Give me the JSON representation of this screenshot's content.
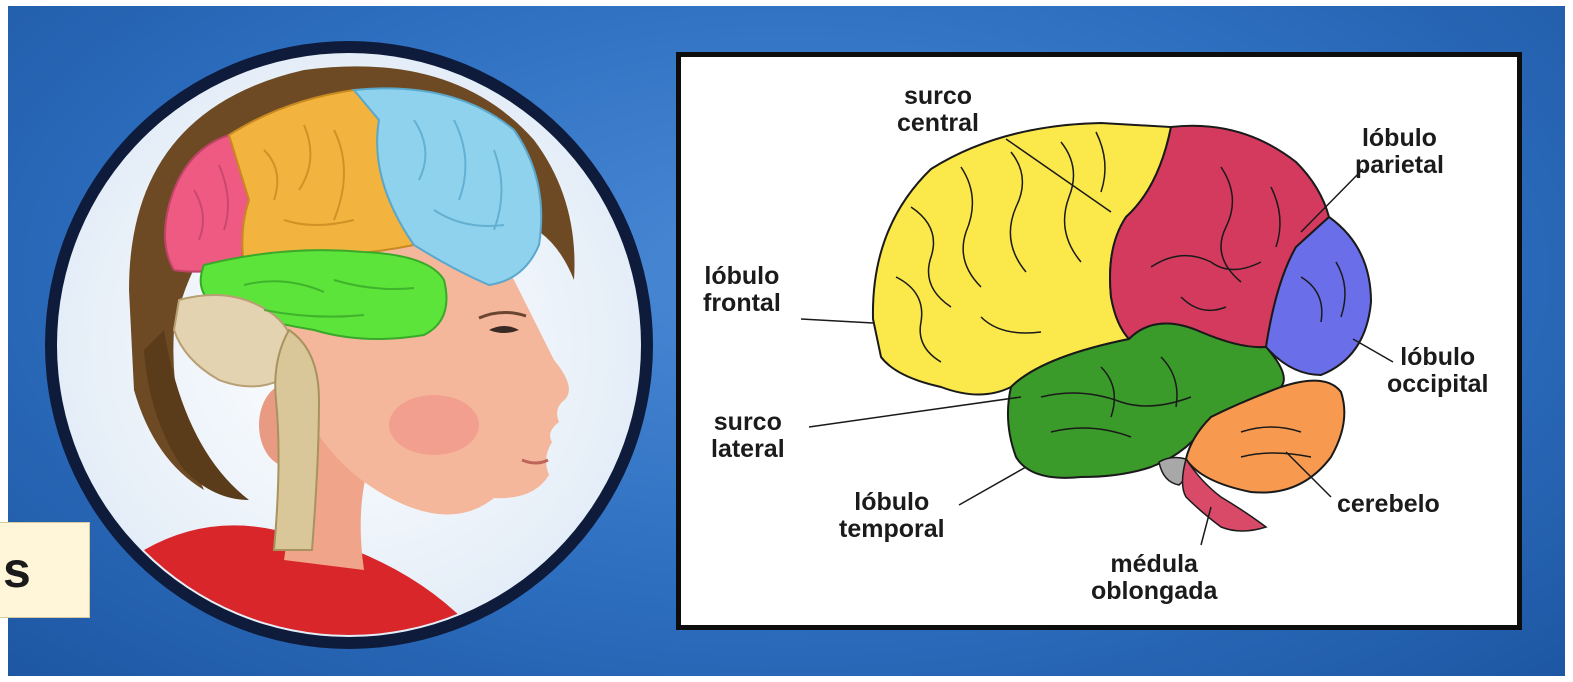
{
  "labels": {
    "central_sulcus": [
      "surco",
      "central"
    ],
    "parietal_lobe": [
      "lóbulo",
      "parietal"
    ],
    "frontal_lobe": [
      "lóbulo",
      "frontal"
    ],
    "occipital_lobe": [
      "lóbulo",
      "occipital"
    ],
    "lateral_sulcus": [
      "surco",
      "lateral"
    ],
    "cerebellum": "cerebelo",
    "temporal_lobe": [
      "lóbulo",
      "temporal"
    ],
    "medulla": [
      "médula",
      "oblongada"
    ]
  },
  "caption_fragment": "s",
  "colors": {
    "background": "#2e6fc0",
    "frontal": "#fbe84a",
    "parietal": "#d33a5e",
    "occipital": "#6a6ee8",
    "temporal": "#3a9a2a",
    "cerebellum": "#f79a50",
    "medulla": "#d84a68",
    "head_frontal": "#f2b43e",
    "head_parietal": "#8fd2ee",
    "head_temporal": "#5ce43a",
    "head_prefrontal": "#ee5a82",
    "head_cerebellum": "#e4d3b0"
  }
}
